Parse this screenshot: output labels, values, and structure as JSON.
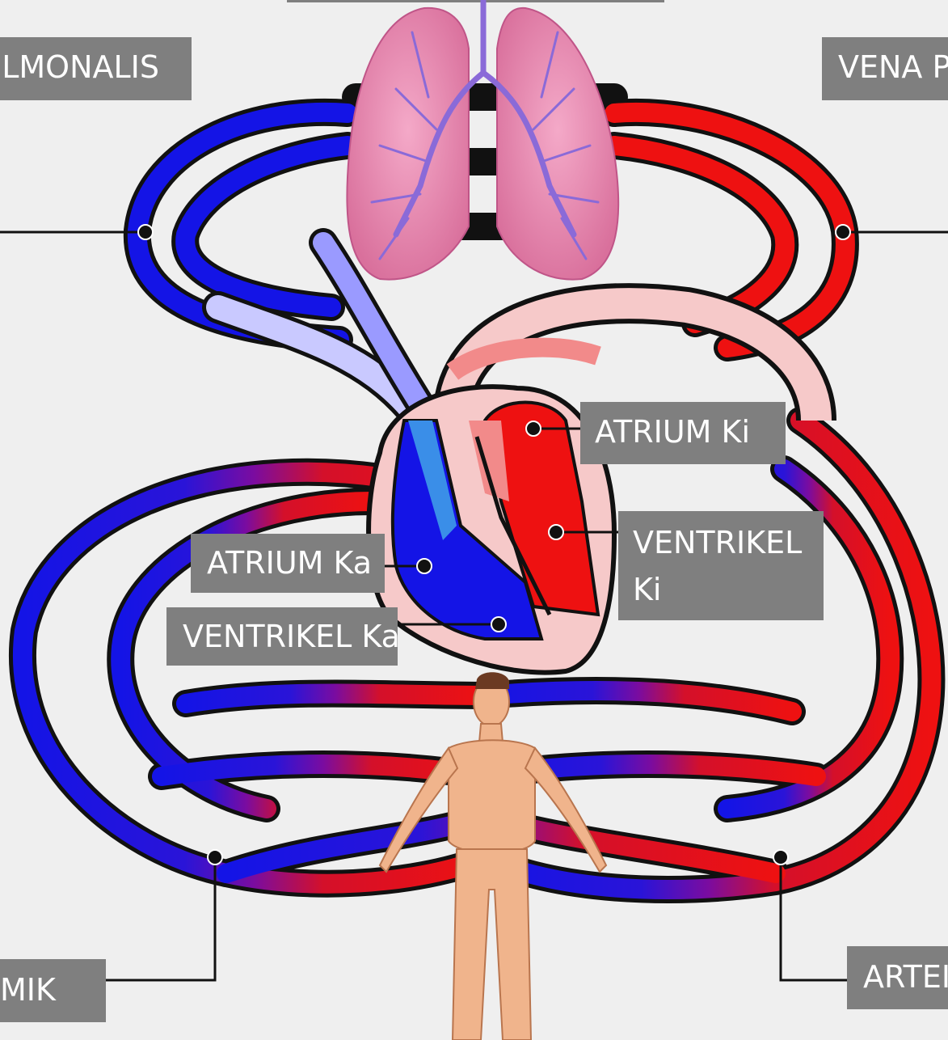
{
  "labels": {
    "top_cut": "",
    "arteri_pulmonalis": "LMONALIS",
    "vena_pulmonalis": "VENA P",
    "atrium_kiri": "ATRIUM Ki",
    "ventrikel_kiri_line1": "VENTRIKEL",
    "ventrikel_kiri_line2": "Ki",
    "atrium_kanan": "ATRIUM Ka",
    "ventrikel_kanan": "VENTRIKEL Ka",
    "vena_sistemik": "MIK",
    "arteri_sistemik": "ARTEI"
  },
  "colors": {
    "background": "#efefef",
    "label_fill": "#7f7f7f",
    "label_text": "#ffffff",
    "deoxygenated": "#1414e6",
    "oxygenated": "#ee1111",
    "mixed": "#6a0ca8",
    "heart_wall": "#f6c9c9",
    "lung": "#e98fb4",
    "skin": "#f0b48c",
    "outline": "#111111"
  }
}
